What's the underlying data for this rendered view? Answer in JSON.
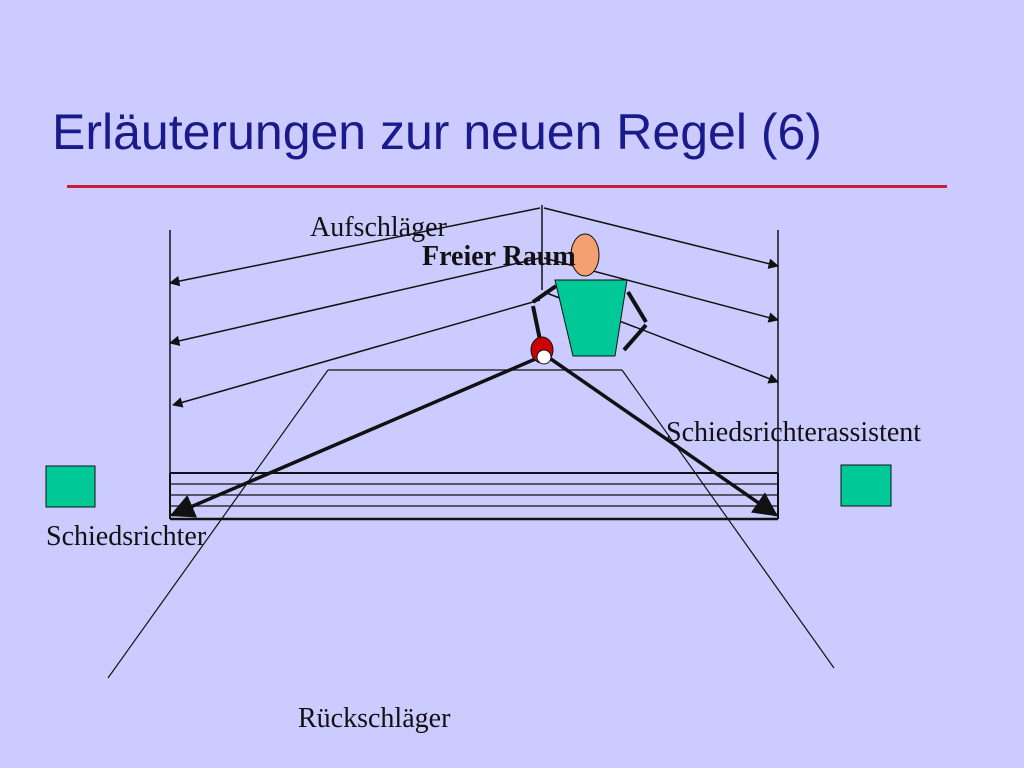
{
  "slide": {
    "title": "Erläuterungen zur neuen Regel (6)",
    "title_color": "#1a1a8c",
    "rule_color": "#cc1a3a",
    "background": "#cccbff"
  },
  "diagram": {
    "labels": {
      "server": "Aufschläger",
      "free_space": "Freier Raum",
      "assistant_umpire": "Schiedsrichterassistent",
      "umpire": "Schiedsrichter",
      "receiver": "Rückschläger"
    },
    "colors": {
      "umpire_marker": "#00c896",
      "server_body": "#00c896",
      "server_head": "#f4a070",
      "racket": "#cc0000",
      "lines": "#111111"
    }
  }
}
